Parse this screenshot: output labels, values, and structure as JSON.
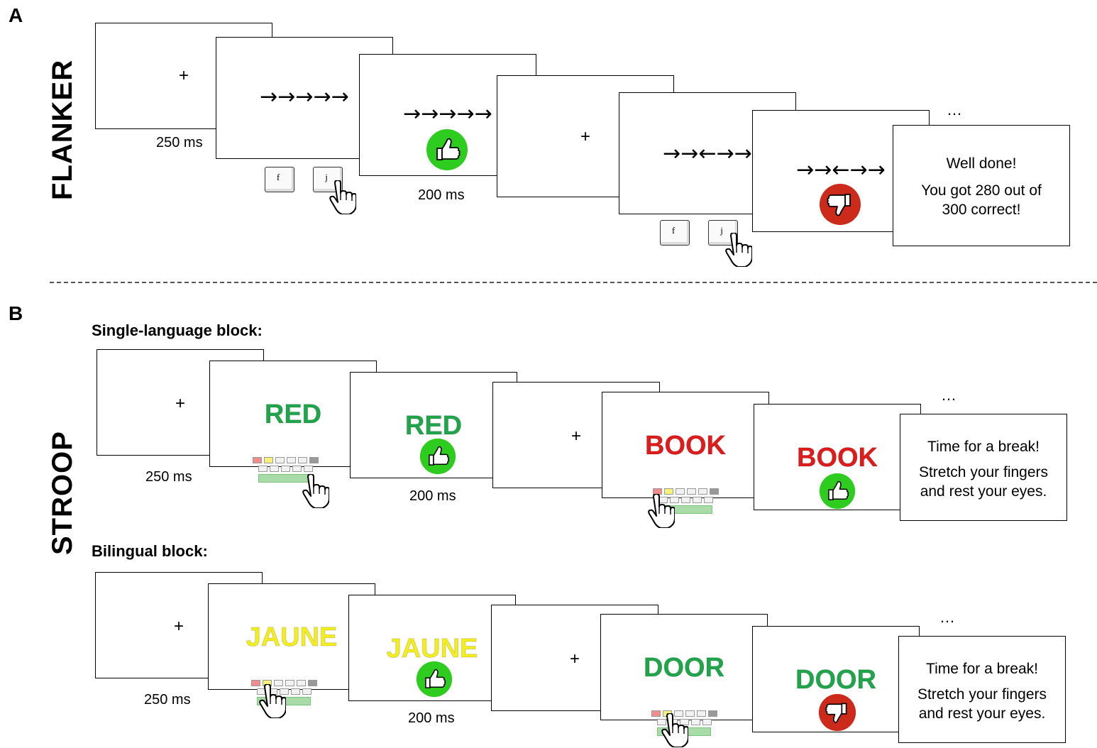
{
  "panel_a": {
    "letter": "A",
    "label": "FLANKER",
    "fixation": "+",
    "stimulus_congruent": "→→→→→",
    "stimulus_incongruent": "→→←→→",
    "key_left": "f",
    "key_right": "j",
    "duration_fixation": "250 ms",
    "duration_feedback": "200 ms",
    "ellipsis": "…",
    "end_title": "Well done!",
    "end_body": "You got 280 out of 300 correct!"
  },
  "panel_b": {
    "letter": "B",
    "label": "STROOP",
    "fixation": "+",
    "single_block": {
      "title": "Single-language block:",
      "word1": "RED",
      "word2": "BOOK",
      "duration_fixation": "250 ms",
      "duration_feedback": "200 ms",
      "ellipsis": "…",
      "break_title": "Time for a break!",
      "break_body": "Stretch your fingers and rest your eyes."
    },
    "bilingual_block": {
      "title": "Bilingual block:",
      "word1": "JAUNE",
      "word2": "DOOR",
      "duration_fixation": "250 ms",
      "duration_feedback": "200 ms",
      "ellipsis": "…",
      "break_title": "Time for a break!",
      "break_body": "Stretch your fingers and rest your eyes."
    }
  },
  "colors": {
    "green_word": "#1fa64b",
    "red_word": "#e01b1b",
    "yellow_word": "#f4ee1c",
    "thumb_up_bg": "#2ecc1f",
    "thumb_down_bg": "#cc2a1a",
    "divider": "#555555"
  },
  "icons": [
    "thumbs-up-icon",
    "thumbs-down-icon",
    "pointing-hand-icon",
    "keyboard-key-icon",
    "mini-keyboard-icon"
  ]
}
